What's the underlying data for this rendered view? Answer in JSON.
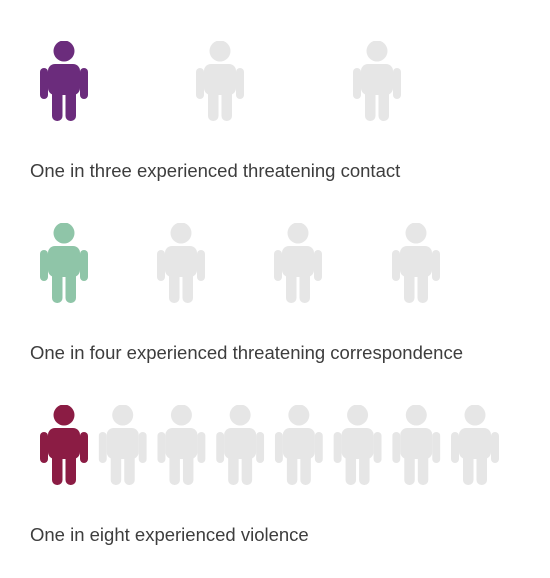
{
  "chart_data": {
    "type": "pictogram",
    "icon": "person-icon",
    "rows": [
      {
        "caption": "One in three experienced threatening contact",
        "highlighted": 1,
        "total": 3,
        "color": "#6b2c7c"
      },
      {
        "caption": "One in four experienced threatening correspondence",
        "highlighted": 1,
        "total": 4,
        "color": "#8fc5a8"
      },
      {
        "caption": "One in eight experienced violence",
        "highlighted": 1,
        "total": 8,
        "color": "#8b1c44"
      }
    ],
    "inactive_color": "#e6e6e6"
  }
}
